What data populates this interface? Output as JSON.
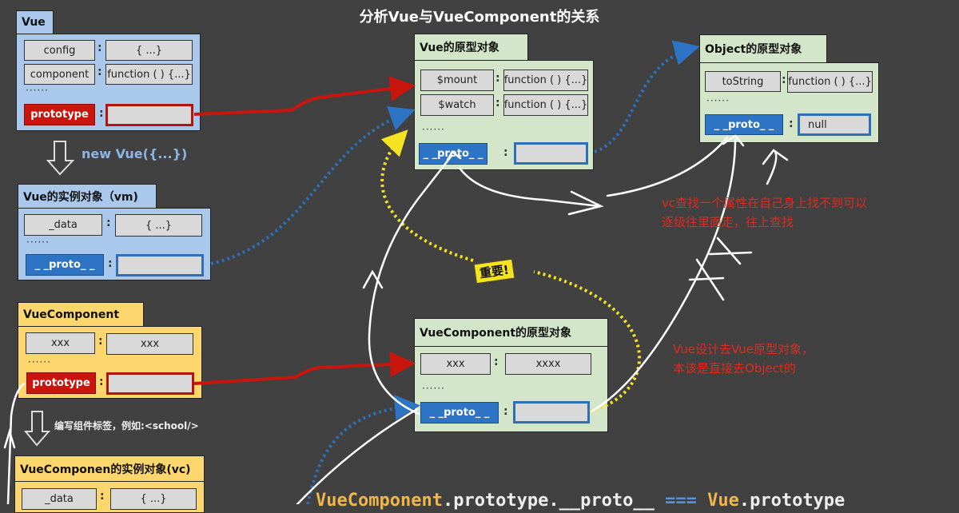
{
  "title": "分析Vue与VueComponent的关系",
  "vue": {
    "header": "Vue",
    "rows": [
      {
        "key": "config",
        "value": "{ ...}"
      },
      {
        "key": "component",
        "value": "function ( ) {...}"
      }
    ],
    "dots": "······",
    "prototype": "prototype"
  },
  "new_vue_label": "new Vue({...})",
  "vm": {
    "header": "Vue的实例对象（vm)",
    "rows": [
      {
        "key": "_data",
        "value": "{ ...}"
      }
    ],
    "dots": "······",
    "proto": "_ _proto_ _"
  },
  "vue_component": {
    "header": "VueComponent",
    "rows": [
      {
        "key": "xxx",
        "value": "xxx"
      }
    ],
    "dots": "······",
    "prototype": "prototype"
  },
  "write_tag_label": "编写组件标签，例如:<school/>",
  "vc": {
    "header": "VueComponen的实例对象(vc)",
    "rows": [
      {
        "key": "_data",
        "value": "{ ...}"
      }
    ]
  },
  "vue_proto": {
    "header": "Vue的原型对象",
    "rows": [
      {
        "key": "$mount",
        "value": "function ( ) {...}"
      },
      {
        "key": "$watch",
        "value": "function ( ) {...}"
      }
    ],
    "dots": "······",
    "proto": "_ _proto_ _"
  },
  "object_proto": {
    "header": "Object的原型对象",
    "rows": [
      {
        "key": "toString",
        "value": "function ( ) {...}"
      }
    ],
    "dots": "······",
    "proto": "_ _proto_ _",
    "proto_value": "null"
  },
  "vc_proto": {
    "header": "VueComponent的原型对象",
    "rows": [
      {
        "key": "xxx",
        "value": "xxxx"
      }
    ],
    "dots": "······",
    "proto": "_ _proto_ _"
  },
  "important_label": "重要!",
  "note_lookup": [
    "vc查找一个属性在自己身上找不到可以",
    "逐级往里面走，往上查找"
  ],
  "note_design": [
    "Vue设计去Vue原型对象，",
    "本该是直接去Object的"
  ],
  "formula": {
    "part1": "VueComponent",
    "part2": ".prototype.__proto__ ",
    "part3": "===",
    "part4": " Vue",
    "part5": ".prototype"
  },
  "colors": {
    "background": "#414141",
    "blue_box": "#a9c8ec",
    "green_box": "#d4e6c9",
    "yellow_box": "#fdd66d",
    "prototype_red": "#c8160e",
    "proto_blue": "#2e74c5",
    "dotted_yellow": "#f5e221",
    "note_red": "#e02a1e"
  }
}
